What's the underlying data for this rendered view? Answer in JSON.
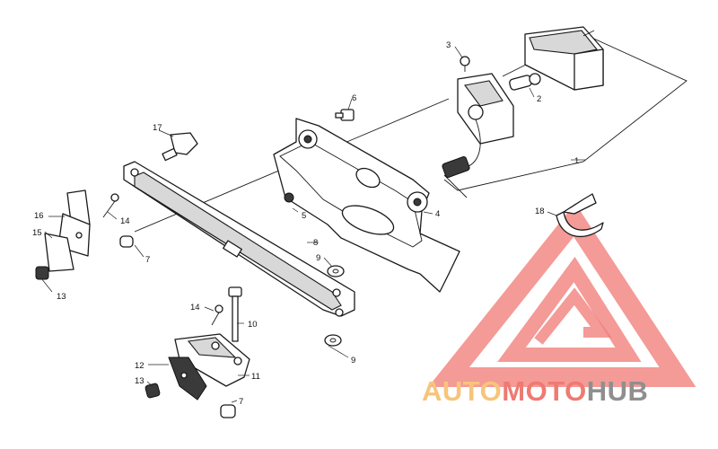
{
  "callouts": {
    "c1": "1",
    "c2": "2",
    "c3": "3",
    "c4": "4",
    "c5": "5",
    "c6": "6",
    "c7a": "7",
    "c7b": "7",
    "c8": "8",
    "c9a": "9",
    "c9b": "9",
    "c10": "10",
    "c11": "11",
    "c12": "12",
    "c13a": "13",
    "c13b": "13",
    "c14a": "14",
    "c14b": "14",
    "c15": "15",
    "c16": "16",
    "c17": "17",
    "c18": "18"
  },
  "watermark": {
    "part1": "AUTO",
    "part2": "MOTO",
    "part3": "HUB",
    "colors": {
      "auto": "#f6c57b",
      "moto": "#ee7a72",
      "hub": "#8f8f8f",
      "logo": "#ef6b67"
    }
  }
}
